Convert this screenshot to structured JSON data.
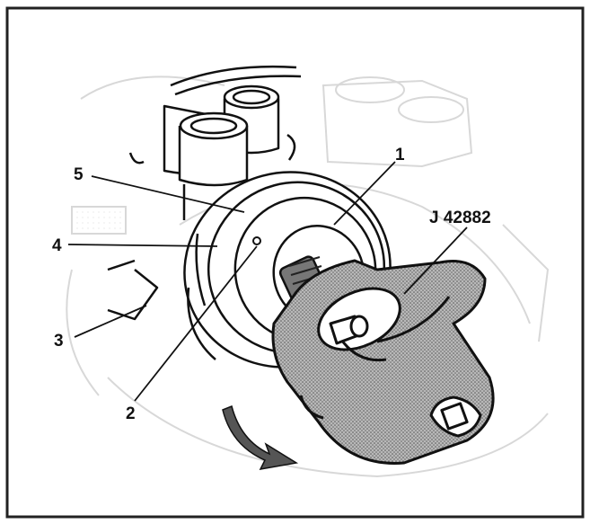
{
  "figure": {
    "callouts": [
      {
        "id": "1",
        "text": "1"
      },
      {
        "id": "2",
        "text": "2"
      },
      {
        "id": "3",
        "text": "3"
      },
      {
        "id": "4",
        "text": "4"
      },
      {
        "id": "5",
        "text": "5"
      }
    ],
    "tool_label": "J 42882",
    "colors": {
      "line": "#111111",
      "ghost": "#d8d8d8",
      "tool_fill": "#9a9a9a",
      "frame": "#222222"
    }
  }
}
